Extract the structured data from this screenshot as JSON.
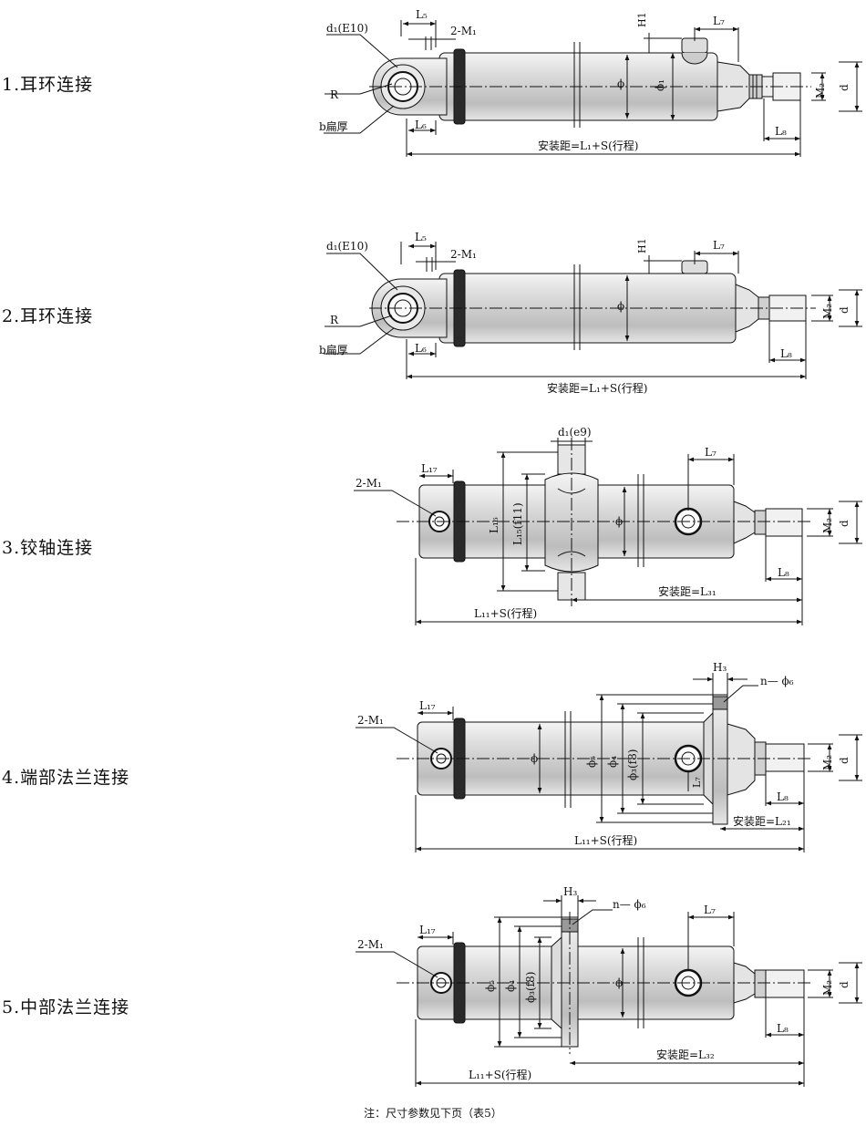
{
  "rows": [
    {
      "label": "1.耳环连接",
      "labels": {
        "d1": "d₁(E10)",
        "L5": "L₅",
        "M1": "2-M₁",
        "R": "R",
        "b": "b扁厚",
        "L6": "L₆",
        "H1": "H1",
        "L7": "L₇",
        "phi": "ϕ",
        "phi1": "ϕ₁",
        "M2": "M₂",
        "d": "d",
        "L8": "L₈",
        "mount": "安装距=L₁+S(行程)"
      }
    },
    {
      "label": "2.耳环连接",
      "labels": {
        "d1": "d₁(E10)",
        "L5": "L₅",
        "M1": "2-M₁",
        "R": "R",
        "b": "b扁厚",
        "L6": "L₆",
        "H1": "H1",
        "L7": "L₇",
        "phi": "ϕ",
        "M2": "M₂",
        "d": "d",
        "L8": "L₈",
        "mount": "安装距=L₁+S(行程)"
      }
    },
    {
      "label": "3.铰轴连接",
      "labels": {
        "d1": "d₁(e9)",
        "L17": "L₁₇",
        "M1": "2-M₁",
        "L16": "L₁₆",
        "L15": "L₁₅(f11)",
        "phi": "ϕ",
        "L7": "L₇",
        "M2": "M₂",
        "d": "d",
        "L8": "L₈",
        "mount": "安装距=L₃₁",
        "total": "L₁₁+S(行程)"
      }
    },
    {
      "label": "4.端部法兰连接",
      "labels": {
        "H3": "H₃",
        "nphi": "n— ϕ₆",
        "L17": "L₁₇",
        "M1": "2-M₁",
        "phi": "ϕ",
        "phi5": "ϕ₅",
        "phi4": "ϕ₄",
        "phi3": "ϕ₃(f8)",
        "L7": "L₇",
        "M2": "M₂",
        "d": "d",
        "L8": "L₈",
        "mount": "安装距=L₂₁",
        "total": "L₁₁+S(行程)"
      }
    },
    {
      "label": "5.中部法兰连接",
      "labels": {
        "H3": "H₃",
        "nphi": "n— ϕ₆",
        "L17": "L₁₇",
        "M1": "2-M₁",
        "phi5": "ϕ₅",
        "phi4": "ϕ₄",
        "phi3": "ϕ₃(f8)",
        "phi": "ϕ",
        "L7": "L₇",
        "M2": "M₂",
        "d": "d",
        "L8": "L₈",
        "mount": "安装距=L₃₂",
        "total": "L₁₁+S(行程)"
      }
    }
  ],
  "note": "注：尺寸参数见下页（表5）"
}
